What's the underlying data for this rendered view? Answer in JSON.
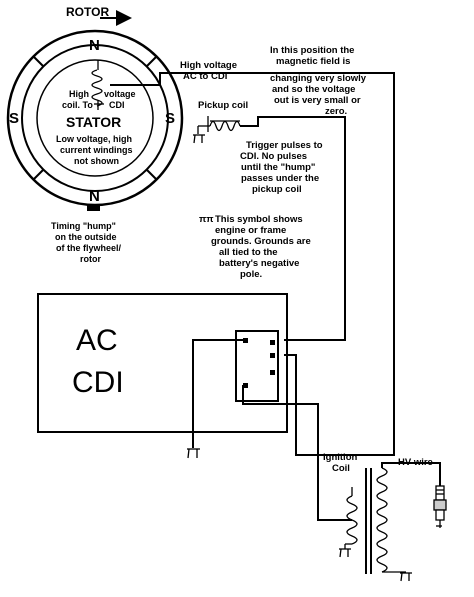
{
  "rotor": {
    "label": "ROTOR",
    "poles": {
      "top": "N",
      "bottom": "N",
      "left": "S",
      "right": "S"
    }
  },
  "stator": {
    "label": "STATOR",
    "coil_left": [
      "High",
      "coil. To"
    ],
    "coil_right": [
      "voltage",
      "CDI"
    ],
    "low_voltage_note": [
      "Low voltage, high",
      "current windings",
      "not shown"
    ]
  },
  "timing_hump": [
    "Timing \"hump\"",
    "on the outside",
    "of the flywheel/",
    "rotor"
  ],
  "high_voltage": [
    "High voltage",
    "AC to CDI"
  ],
  "magnetic_note": [
    "In this position the",
    "magnetic field is",
    "changing very slowly",
    "and so the voltage",
    "out is very small or",
    "zero."
  ],
  "pickup_coil": "Pickup coil",
  "trigger_note": [
    "Trigger pulses to",
    "CDI.  No pulses",
    "until the \"hump\"",
    "passes under the",
    "pickup coil"
  ],
  "ground_note": {
    "symbol": "ππ",
    "lines": [
      "This symbol shows",
      "engine or frame",
      "grounds. Grounds are",
      "all tied to the",
      "battery's negative",
      "pole."
    ]
  },
  "cdi": [
    "AC",
    "CDI"
  ],
  "ignition_coil": [
    "Ignition",
    "Coil"
  ],
  "hv_wire": "HV wire"
}
